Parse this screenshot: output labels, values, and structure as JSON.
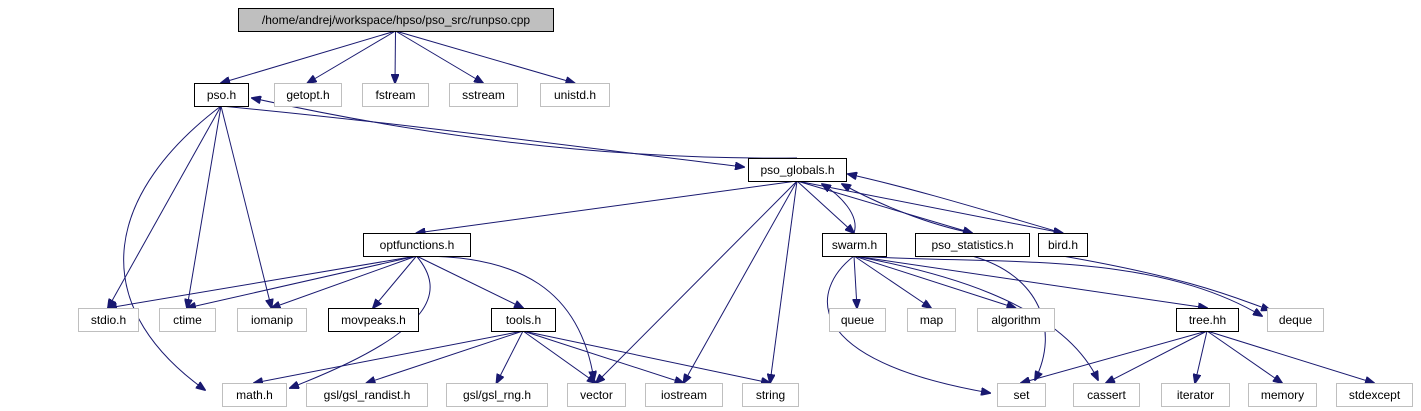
{
  "title": "",
  "colors": {
    "edge": "#191970",
    "root_fill": "#bfbfbf",
    "defined_border": "#000000",
    "external_border": "#bfbfbf",
    "node_fill": "#ffffff",
    "text": "#000000"
  },
  "nodes": [
    {
      "id": "runpso",
      "label": "/home/andrej/workspace/hpso/pso_src/runpso.cpp",
      "kind": "root"
    },
    {
      "id": "pso_h",
      "label": "pso.h",
      "kind": "defined"
    },
    {
      "id": "getopt_h",
      "label": "getopt.h",
      "kind": "external"
    },
    {
      "id": "fstream",
      "label": "fstream",
      "kind": "external"
    },
    {
      "id": "sstream",
      "label": "sstream",
      "kind": "external"
    },
    {
      "id": "unistd_h",
      "label": "unistd.h",
      "kind": "external"
    },
    {
      "id": "pso_globals_h",
      "label": "pso_globals.h",
      "kind": "defined"
    },
    {
      "id": "optfunctions_h",
      "label": "optfunctions.h",
      "kind": "defined"
    },
    {
      "id": "swarm_h",
      "label": "swarm.h",
      "kind": "defined"
    },
    {
      "id": "pso_statistics_h",
      "label": "pso_statistics.h",
      "kind": "defined"
    },
    {
      "id": "bird_h",
      "label": "bird.h",
      "kind": "defined"
    },
    {
      "id": "stdio_h",
      "label": "stdio.h",
      "kind": "external"
    },
    {
      "id": "ctime",
      "label": "ctime",
      "kind": "external"
    },
    {
      "id": "iomanip",
      "label": "iomanip",
      "kind": "external"
    },
    {
      "id": "movpeaks_h",
      "label": "movpeaks.h",
      "kind": "defined"
    },
    {
      "id": "tools_h",
      "label": "tools.h",
      "kind": "defined"
    },
    {
      "id": "queue",
      "label": "queue",
      "kind": "external"
    },
    {
      "id": "map",
      "label": "map",
      "kind": "external"
    },
    {
      "id": "algorithm",
      "label": "algorithm",
      "kind": "external"
    },
    {
      "id": "tree_hh",
      "label": "tree.hh",
      "kind": "defined"
    },
    {
      "id": "deque",
      "label": "deque",
      "kind": "external"
    },
    {
      "id": "math_h",
      "label": "math.h",
      "kind": "external"
    },
    {
      "id": "gsl_randist_h",
      "label": "gsl/gsl_randist.h",
      "kind": "external"
    },
    {
      "id": "gsl_rng_h",
      "label": "gsl/gsl_rng.h",
      "kind": "external"
    },
    {
      "id": "vector",
      "label": "vector",
      "kind": "external"
    },
    {
      "id": "iostream",
      "label": "iostream",
      "kind": "external"
    },
    {
      "id": "string",
      "label": "string",
      "kind": "external"
    },
    {
      "id": "set",
      "label": "set",
      "kind": "external"
    },
    {
      "id": "cassert",
      "label": "cassert",
      "kind": "external"
    },
    {
      "id": "iterator",
      "label": "iterator",
      "kind": "external"
    },
    {
      "id": "memory",
      "label": "memory",
      "kind": "external"
    },
    {
      "id": "stdexcept",
      "label": "stdexcept",
      "kind": "external"
    }
  ],
  "edges": [
    {
      "from": "runpso",
      "to": "pso_h"
    },
    {
      "from": "runpso",
      "to": "getopt_h"
    },
    {
      "from": "runpso",
      "to": "fstream"
    },
    {
      "from": "runpso",
      "to": "sstream"
    },
    {
      "from": "runpso",
      "to": "unistd_h"
    },
    {
      "from": "pso_h",
      "to": "math_h"
    },
    {
      "from": "pso_h",
      "to": "stdio_h"
    },
    {
      "from": "pso_h",
      "to": "ctime"
    },
    {
      "from": "pso_h",
      "to": "iomanip"
    },
    {
      "from": "pso_h",
      "to": "pso_globals_h"
    },
    {
      "from": "pso_globals_h",
      "to": "pso_h"
    },
    {
      "from": "pso_globals_h",
      "to": "optfunctions_h"
    },
    {
      "from": "pso_globals_h",
      "to": "swarm_h"
    },
    {
      "from": "pso_globals_h",
      "to": "pso_statistics_h"
    },
    {
      "from": "pso_globals_h",
      "to": "bird_h"
    },
    {
      "from": "pso_globals_h",
      "to": "vector"
    },
    {
      "from": "pso_globals_h",
      "to": "iostream"
    },
    {
      "from": "pso_globals_h",
      "to": "string"
    },
    {
      "from": "swarm_h",
      "to": "pso_globals_h"
    },
    {
      "from": "pso_statistics_h",
      "to": "pso_globals_h"
    },
    {
      "from": "bird_h",
      "to": "pso_globals_h"
    },
    {
      "from": "optfunctions_h",
      "to": "stdio_h"
    },
    {
      "from": "optfunctions_h",
      "to": "ctime"
    },
    {
      "from": "optfunctions_h",
      "to": "iomanip"
    },
    {
      "from": "optfunctions_h",
      "to": "movpeaks_h"
    },
    {
      "from": "optfunctions_h",
      "to": "tools_h"
    },
    {
      "from": "optfunctions_h",
      "to": "math_h"
    },
    {
      "from": "optfunctions_h",
      "to": "vector"
    },
    {
      "from": "tools_h",
      "to": "math_h"
    },
    {
      "from": "tools_h",
      "to": "gsl_randist_h"
    },
    {
      "from": "tools_h",
      "to": "gsl_rng_h"
    },
    {
      "from": "tools_h",
      "to": "vector"
    },
    {
      "from": "tools_h",
      "to": "iostream"
    },
    {
      "from": "tools_h",
      "to": "string"
    },
    {
      "from": "swarm_h",
      "to": "queue"
    },
    {
      "from": "swarm_h",
      "to": "map"
    },
    {
      "from": "swarm_h",
      "to": "algorithm"
    },
    {
      "from": "swarm_h",
      "to": "tree_hh"
    },
    {
      "from": "swarm_h",
      "to": "deque"
    },
    {
      "from": "swarm_h",
      "to": "set"
    },
    {
      "from": "swarm_h",
      "to": "cassert"
    },
    {
      "from": "pso_statistics_h",
      "to": "set"
    },
    {
      "from": "bird_h",
      "to": "deque"
    },
    {
      "from": "tree_hh",
      "to": "set"
    },
    {
      "from": "tree_hh",
      "to": "cassert"
    },
    {
      "from": "tree_hh",
      "to": "iterator"
    },
    {
      "from": "tree_hh",
      "to": "memory"
    },
    {
      "from": "tree_hh",
      "to": "stdexcept"
    }
  ]
}
